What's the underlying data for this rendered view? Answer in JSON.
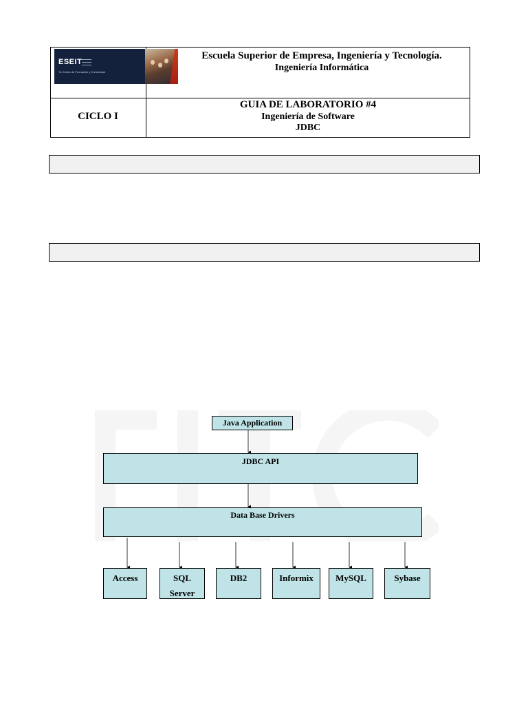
{
  "header": {
    "logo": {
      "brand": "ESEIT",
      "tagline": "Tu Centro de Formación y Comunidad"
    },
    "institution": "Escuela Superior de Empresa, Ingeniería y Tecnología.",
    "department": "Ingeniería Informática",
    "cycle": "CICLO I",
    "guide_title": "GUIA DE LABORATORIO #4",
    "subject": "Ingeniería de Software",
    "topic": "JDBC"
  },
  "diagram": {
    "java_application": "Java Application",
    "jdbc_api": "JDBC API",
    "drivers": "Data Base Drivers",
    "databases": [
      {
        "label": "Access"
      },
      {
        "label": "SQL Server"
      },
      {
        "label": "DB2"
      },
      {
        "label": "Informix"
      },
      {
        "label": "MySQL"
      },
      {
        "label": "Sybase"
      }
    ],
    "box_color": "#bfe3e6"
  }
}
